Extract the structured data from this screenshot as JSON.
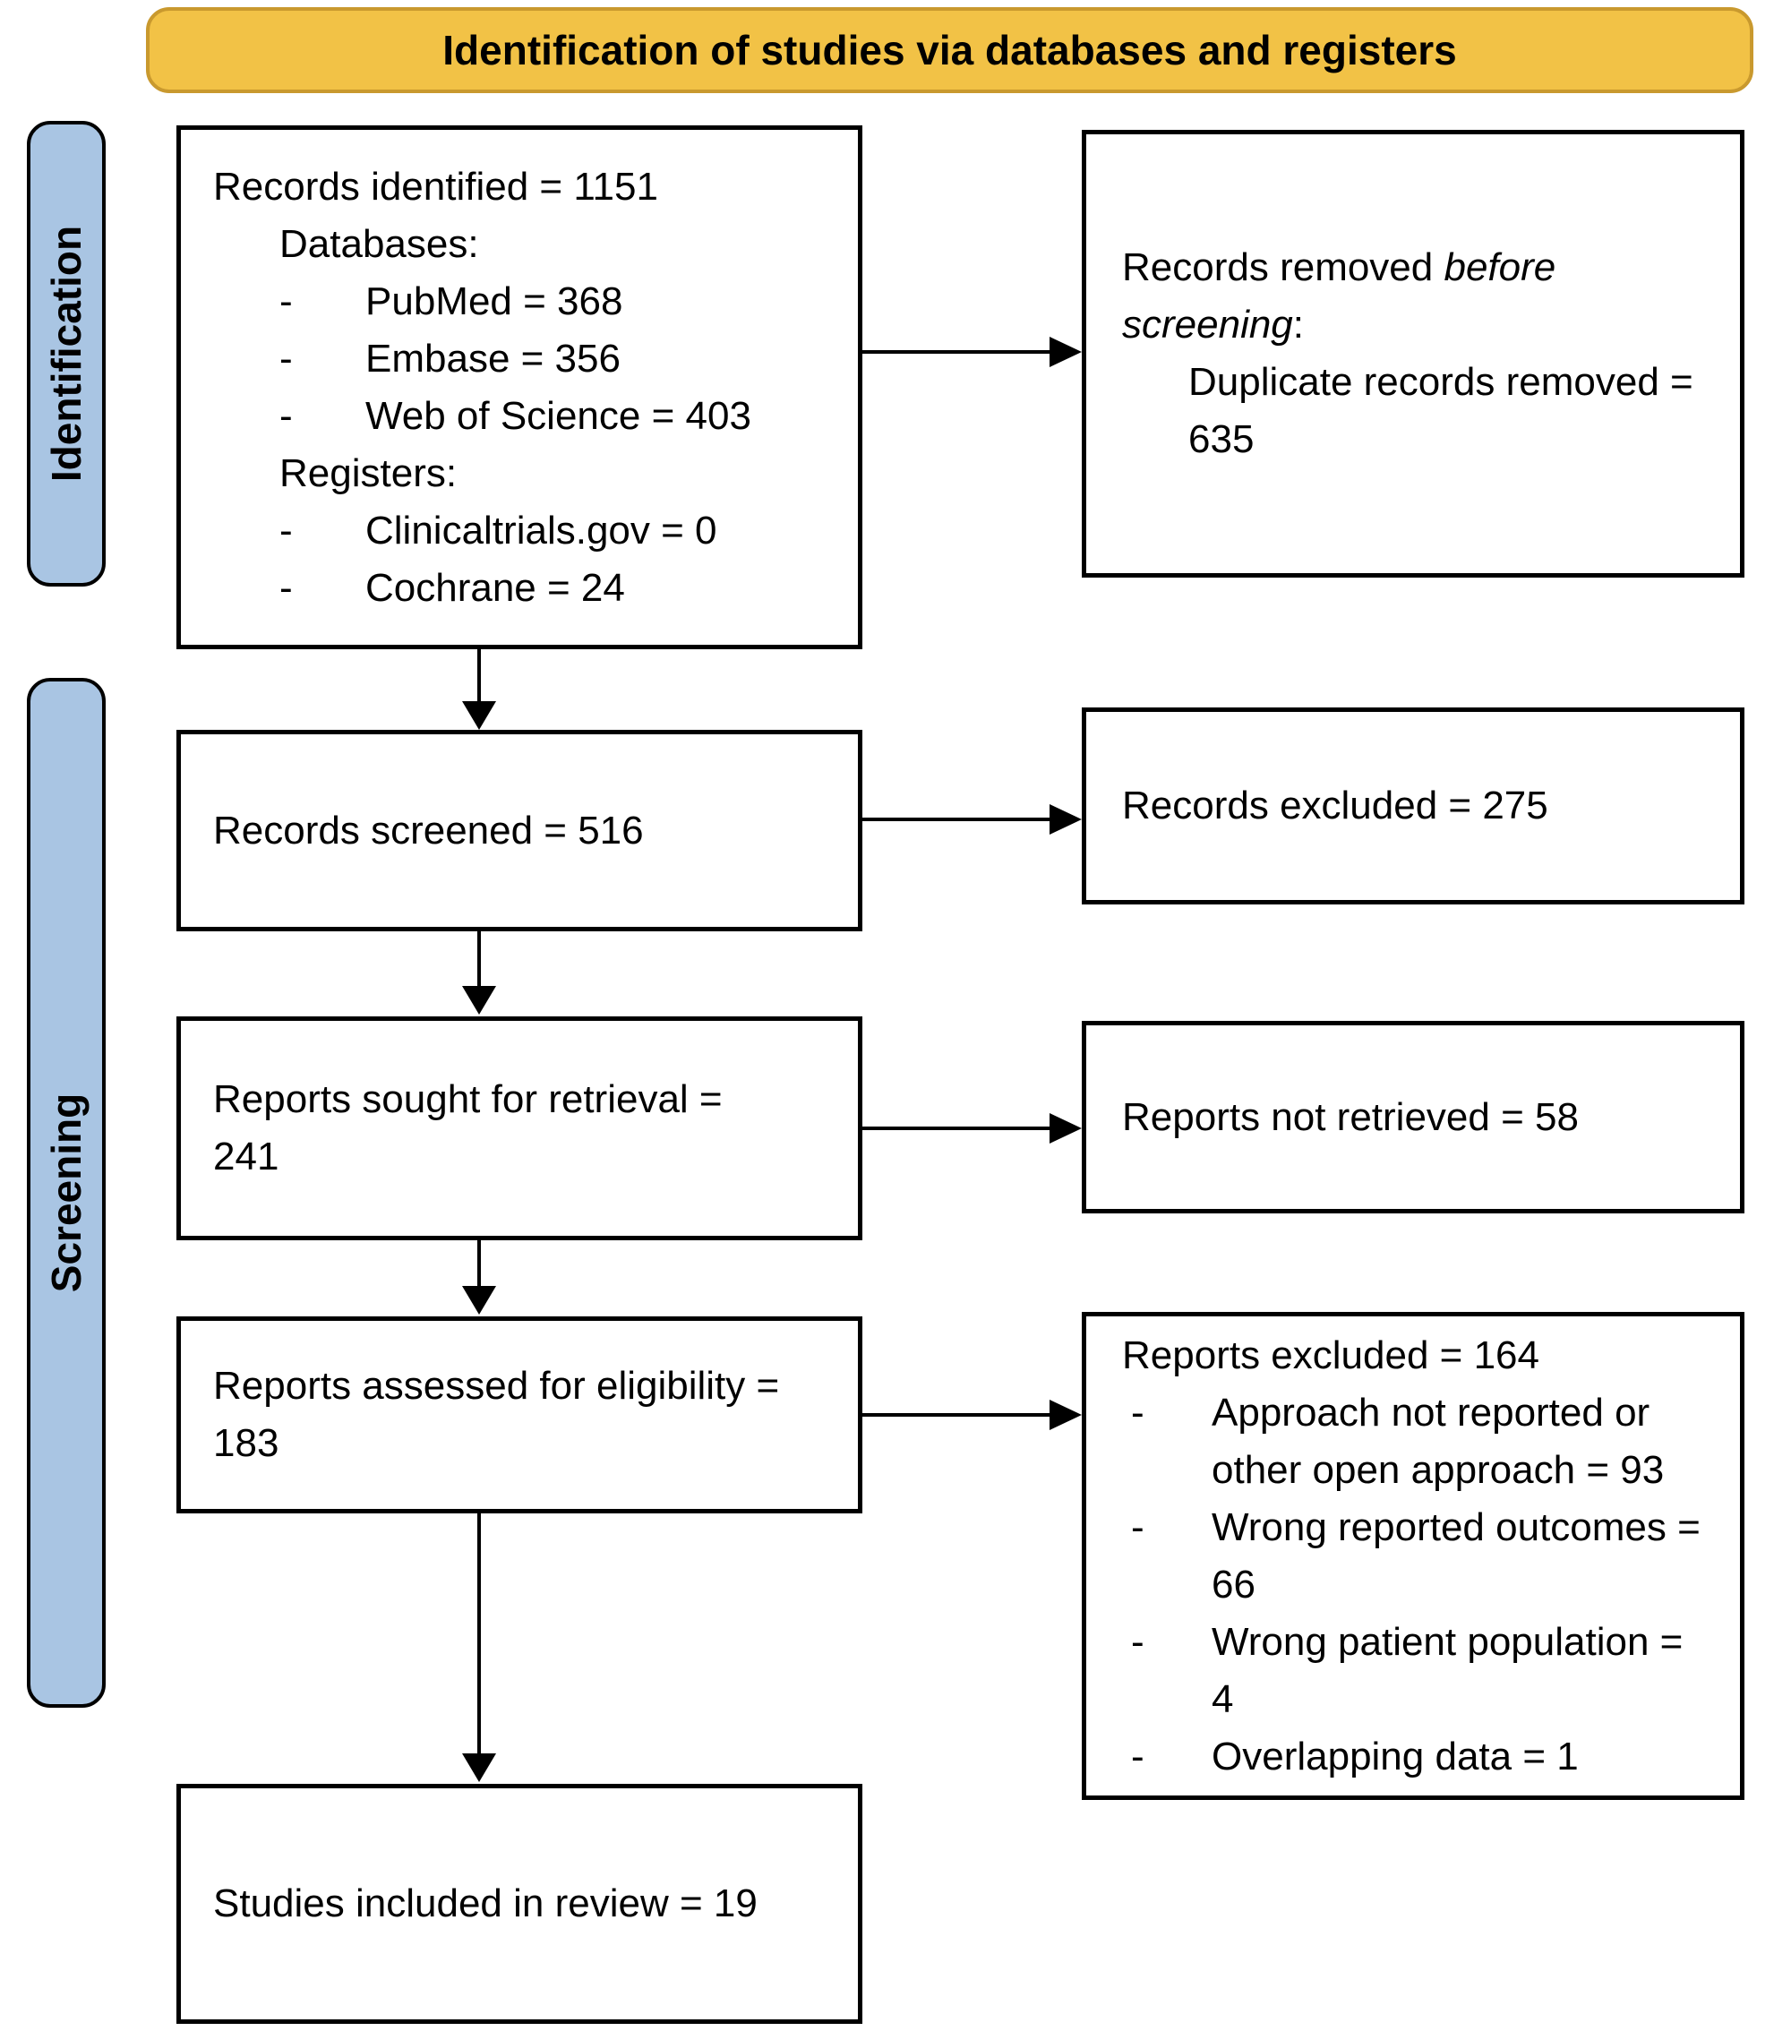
{
  "banner": {
    "title": "Identification of studies via databases and registers"
  },
  "sidebar": {
    "identification_label": "Identification",
    "screening_label": "Screening"
  },
  "glyphs": {
    "dash": "-"
  },
  "colors": {
    "banner_fill": "#F2C246",
    "banner_border": "#C9992E",
    "stage_tab_fill": "#A9C5E3",
    "box_border": "#000000",
    "text": "#000000"
  },
  "boxes": {
    "records_identified": {
      "title": "Records identified = 1151",
      "databases_heading": "Databases:",
      "databases": [
        {
          "label": "PubMed = 368"
        },
        {
          "label": "Embase = 356"
        },
        {
          "label": "Web of Science = 403"
        }
      ],
      "registers_heading": "Registers:",
      "registers": [
        {
          "label": "Clinicaltrials.gov = 0"
        },
        {
          "label": "Cochrane = 24"
        }
      ]
    },
    "records_removed": {
      "line1_normal": "Records removed ",
      "line1_italic": "before screening",
      "line1_suffix": ":",
      "detail": "Duplicate records removed = 635"
    },
    "records_screened": {
      "text": "Records screened = 516"
    },
    "records_excluded": {
      "text": "Records excluded = 275"
    },
    "reports_sought": {
      "text": "Reports sought for retrieval = 241"
    },
    "reports_not_retrieved": {
      "text": "Reports not retrieved = 58"
    },
    "reports_assessed": {
      "text": "Reports assessed for eligibility = 183"
    },
    "reports_excluded": {
      "title": "Reports excluded = 164",
      "reasons": [
        {
          "label": "Approach not reported or other open approach = 93"
        },
        {
          "label": "Wrong reported outcomes = 66"
        },
        {
          "label": "Wrong patient population = 4"
        },
        {
          "label": "Overlapping data = 1"
        }
      ]
    },
    "studies_included": {
      "text": "Studies included in review = 19"
    }
  }
}
